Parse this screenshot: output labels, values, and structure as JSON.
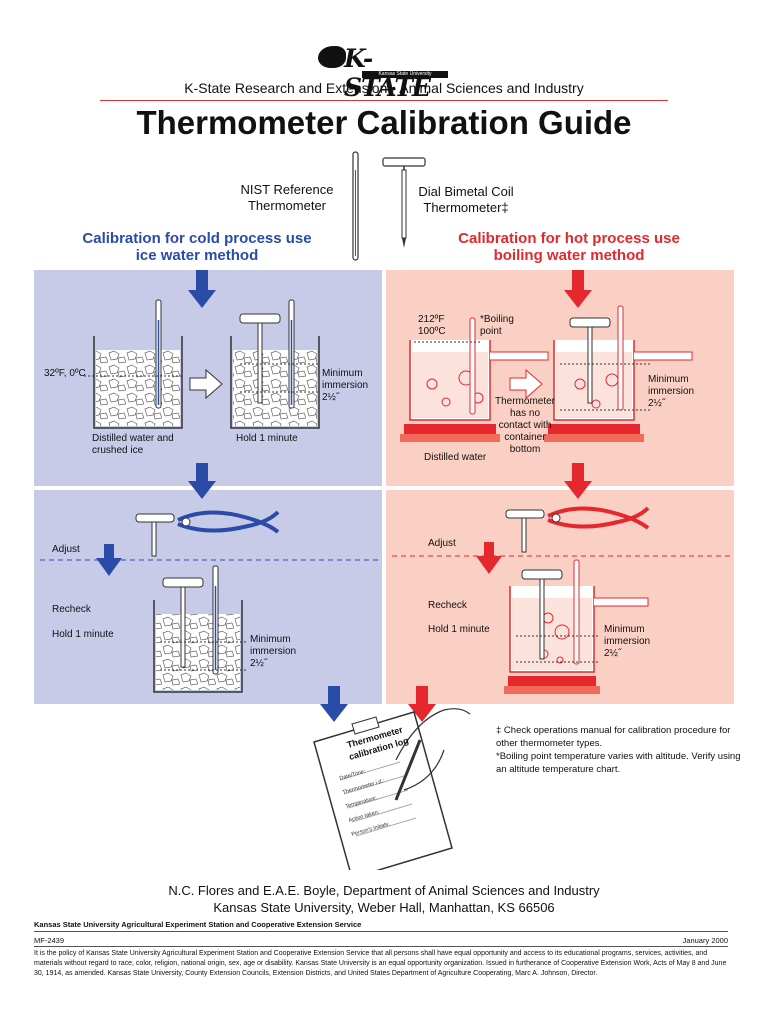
{
  "header": {
    "logo_text": "K-STATE",
    "logo_subtext": "Kansas State University",
    "tagline": "K-State Research and Extension • Animal Sciences and Industry",
    "title": "Thermometer Calibration Guide"
  },
  "thermometers": {
    "nist": "NIST Reference Thermometer",
    "dial": "Dial Bimetal Coil Thermometer‡"
  },
  "cold": {
    "heading_line1": "Calibration for cold process use",
    "heading_line2": "ice water method",
    "temp_label": "32ºF, 0ºC",
    "step1_caption": "Distilled water and crushed ice",
    "step2_caption": "Hold 1 minute",
    "immersion": "Minimum immersion 2½˝",
    "adjust": "Adjust",
    "recheck": "Recheck",
    "hold": "Hold 1 minute",
    "immersion2": "Minimum immersion 2½˝"
  },
  "hot": {
    "heading_line1": "Calibration for hot process use",
    "heading_line2": "boiling water method",
    "temp_f": "212ºF",
    "temp_c": "100ºC",
    "boiling_point": "*Boiling point",
    "contact_note": "Thermometer has no contact with container bottom",
    "step1_caption": "Distilled water",
    "immersion": "Minimum immersion 2½˝",
    "adjust": "Adjust",
    "recheck": "Recheck",
    "hold": "Hold 1 minute",
    "immersion2": "Minimum immersion 2½˝"
  },
  "log": {
    "title_line1": "Thermometer",
    "title_line2": "calibration log",
    "fields": [
      "Date/Time:",
      "Thermometer i.d.:",
      "Temperature:",
      "Action taken:",
      "Person's initials:"
    ]
  },
  "notes": {
    "note1": "‡ Check operations manual for calibration procedure for other thermometer types.",
    "note2": "*Boiling point temperature varies with altitude. Verify using an altitude temperature chart."
  },
  "footer": {
    "authors_line1": "N.C. Flores and E.A.E. Boyle, Department of Animal Sciences and Industry",
    "authors_line2": "Kansas State University, Weber Hall, Manhattan, KS 66506",
    "station": "Kansas State University Agricultural Experiment Station and Cooperative Extension Service",
    "mf": "MF-2439",
    "date": "January 2000",
    "policy": "It is the policy of Kansas State University Agricultural Experiment Station and Cooperative Extension Service that all persons shall have equal opportunity and access to its educational programs, services, activities, and materials without regard to race, color, religion, national origin, sex, age or disability. Kansas State University is an equal opportunity organization. Issued in furtherance of Cooperative Extension Work, Acts of May 8 and June 30, 1914, as amended. Kansas State University, County Extension Councils, Extension Districts, and United States Department of Agriculture Cooperating, Marc A. Johnson, Director."
  },
  "colors": {
    "cold_panel": "#c8cbe8",
    "hot_panel": "#fbd0c4",
    "cold_accent": "#2a4ba8",
    "hot_accent": "#e4282e",
    "rule": "#dd3333"
  }
}
